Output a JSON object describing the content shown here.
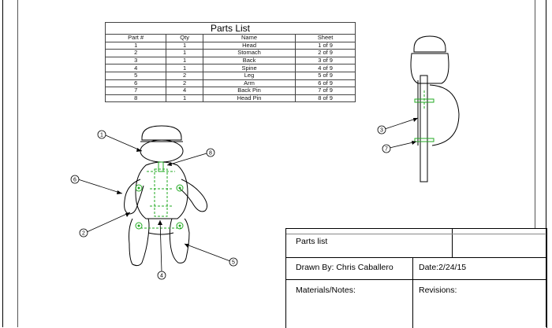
{
  "parts_list": {
    "title": "Parts List",
    "columns": [
      "Part #",
      "Qty",
      "Name",
      "Sheet"
    ],
    "rows": [
      [
        "1",
        "1",
        "Head",
        "1 of 9"
      ],
      [
        "2",
        "1",
        "Stomach",
        "2 of 9"
      ],
      [
        "3",
        "1",
        "Back",
        "3 of 9"
      ],
      [
        "4",
        "1",
        "Spine",
        "4 of 9"
      ],
      [
        "5",
        "2",
        "Leg",
        "5 of 9"
      ],
      [
        "6",
        "2",
        "Arm",
        "6 of 9"
      ],
      [
        "7",
        "4",
        "Back Pin",
        "7 of 9"
      ],
      [
        "8",
        "1",
        "Head Pin",
        "8 of 9"
      ]
    ]
  },
  "front_view_callouts": [
    "1",
    "8",
    "6",
    "2",
    "4",
    "5"
  ],
  "side_view_callouts": [
    "3",
    "7"
  ],
  "title_block": {
    "title": "Parts list",
    "drawn_by": "Drawn By: Chris Caballero",
    "date": "Date:2/24/15",
    "materials_notes": "Materials/Notes:",
    "revisions": "Revisions:"
  },
  "colors": {
    "line": "#000000",
    "hidden_parts": "#22aa22"
  }
}
